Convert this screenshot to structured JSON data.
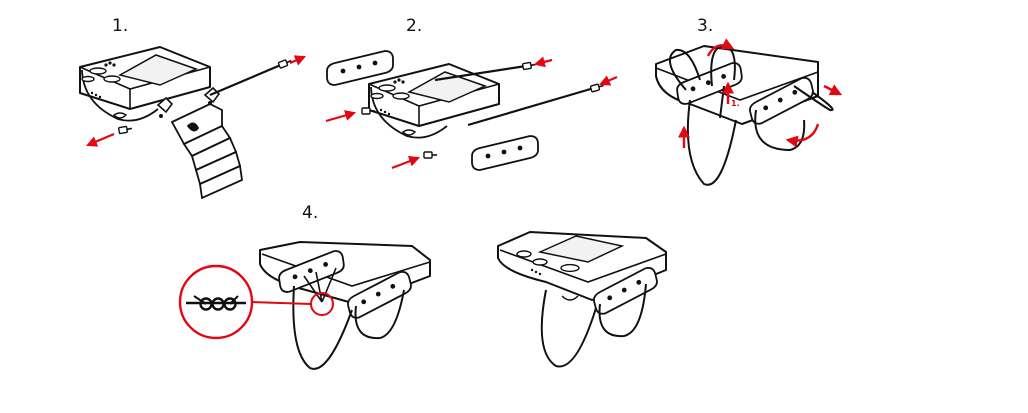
{
  "steps": [
    {
      "number": "1.",
      "action": "remove-screws-detach-mount"
    },
    {
      "number": "2.",
      "action": "attach-strap-brackets"
    },
    {
      "number": "3.",
      "action": "thread-cord",
      "sub_label": "1."
    },
    {
      "number": "4.",
      "action": "tie-knot"
    }
  ],
  "final_view": {
    "action": "completed-assembly"
  },
  "colors": {
    "line": "#111111",
    "arrow": "#e30613",
    "screen_fill": "#f2f2f2",
    "body_fill": "#ffffff"
  },
  "icons": {
    "arrow": "red-arrow-icon",
    "knot": "knot-icon",
    "screw": "screw-icon",
    "device": "device-icon"
  }
}
